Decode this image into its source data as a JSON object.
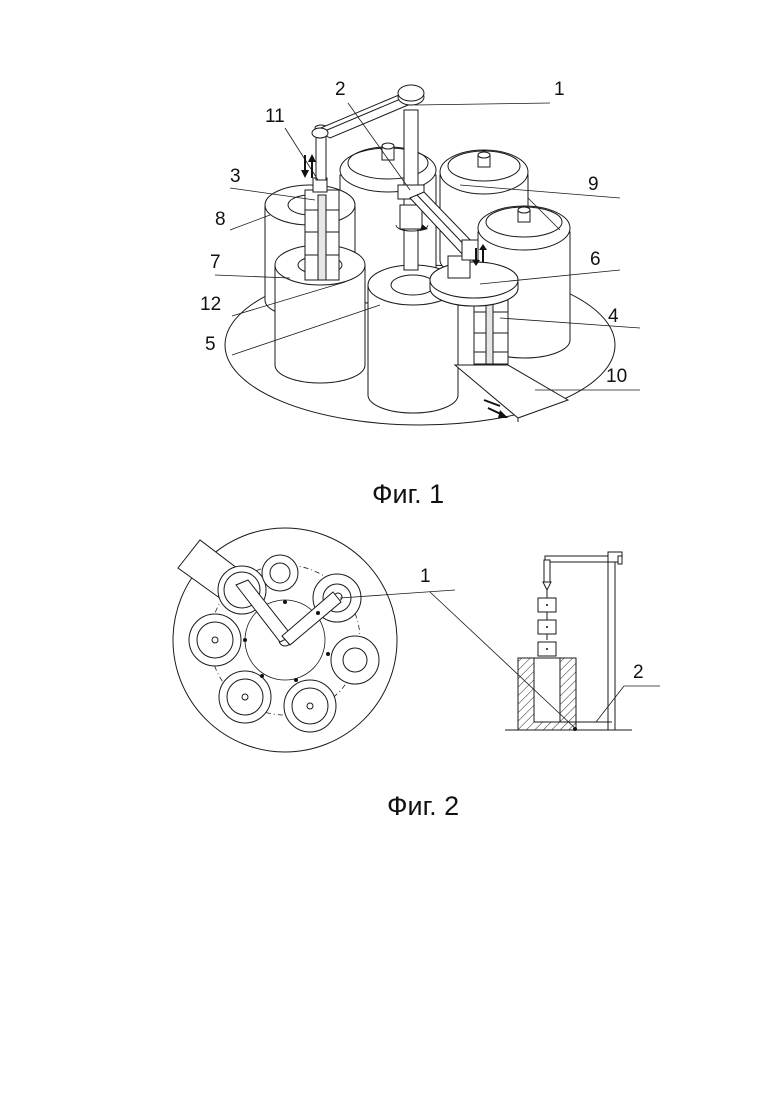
{
  "figure1": {
    "caption": "Фиг. 1",
    "labels": [
      "1",
      "2",
      "11",
      "3",
      "9",
      "8",
      "7",
      "6",
      "12",
      "4",
      "5",
      "10"
    ]
  },
  "figure2": {
    "caption": "Фиг. 2",
    "labels": [
      "1",
      "2"
    ]
  }
}
